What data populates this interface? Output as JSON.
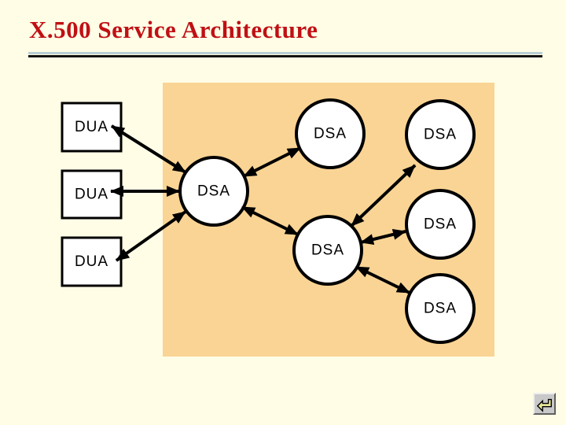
{
  "title": {
    "text": "X.500 Service Architecture"
  },
  "colors": {
    "background": "#FFFDE6",
    "panel": "#FAD494",
    "node_fill": "#FFFFFF",
    "stroke": "#000000",
    "title_red": "#C01015",
    "divider_blue": "#B9CFD5",
    "divider_black": "#121212",
    "button_face": "#C9C9C9",
    "button_arrow_fill": "#E8E89B"
  },
  "diagram": {
    "dua_count": 3,
    "dsa_count": 6,
    "nodes": [
      {
        "id": "dua-1",
        "label": "DUA",
        "shape": "box"
      },
      {
        "id": "dua-2",
        "label": "DUA",
        "shape": "box"
      },
      {
        "id": "dua-3",
        "label": "DUA",
        "shape": "box"
      },
      {
        "id": "dsa-1",
        "label": "DSA",
        "shape": "circle"
      },
      {
        "id": "dsa-2",
        "label": "DSA",
        "shape": "circle"
      },
      {
        "id": "dsa-3",
        "label": "DSA",
        "shape": "circle"
      },
      {
        "id": "dsa-4",
        "label": "DSA",
        "shape": "circle"
      },
      {
        "id": "dsa-5",
        "label": "DSA",
        "shape": "circle"
      },
      {
        "id": "dsa-6",
        "label": "DSA",
        "shape": "circle"
      }
    ],
    "edges": [
      {
        "from": "dua-1",
        "to": "dsa-1",
        "bidirectional": true
      },
      {
        "from": "dua-2",
        "to": "dsa-1",
        "bidirectional": true
      },
      {
        "from": "dua-3",
        "to": "dsa-1",
        "bidirectional": true
      },
      {
        "from": "dsa-1",
        "to": "dsa-2",
        "bidirectional": true
      },
      {
        "from": "dsa-1",
        "to": "dsa-5",
        "bidirectional": true
      },
      {
        "from": "dsa-5",
        "to": "dsa-3",
        "bidirectional": true
      },
      {
        "from": "dsa-5",
        "to": "dsa-4",
        "bidirectional": true
      },
      {
        "from": "dsa-5",
        "to": "dsa-6",
        "bidirectional": true
      }
    ]
  },
  "footer": {
    "back_button_icon": "return-arrow"
  }
}
